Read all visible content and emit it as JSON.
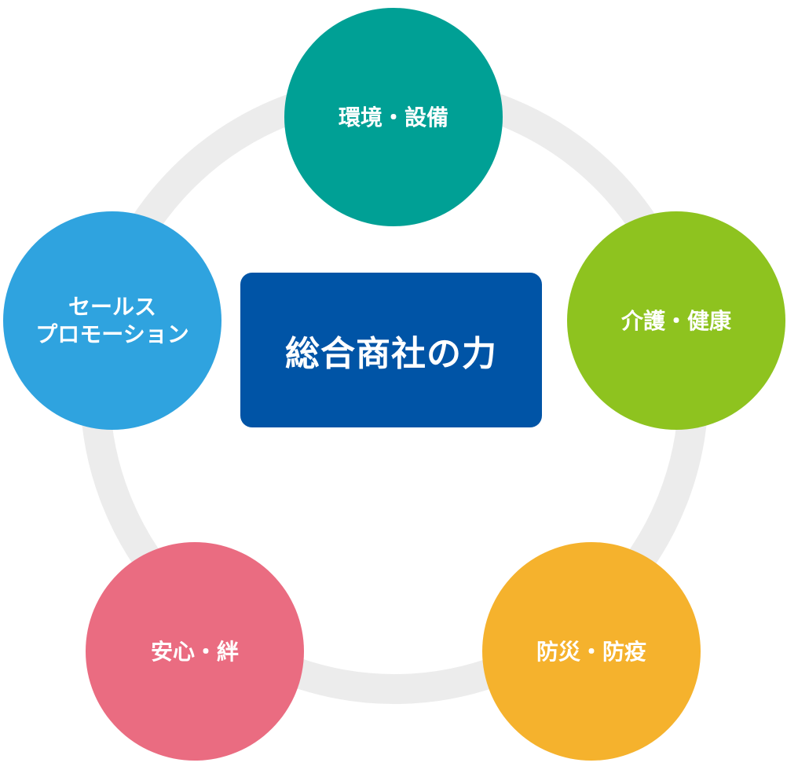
{
  "center": {
    "label": "総合商社の力",
    "color": "#0054a6"
  },
  "ring": {
    "color": "#ececec"
  },
  "nodes": [
    {
      "label": "環境・設備",
      "color": "#00a095",
      "position": "top"
    },
    {
      "label": "介護・健康",
      "color": "#8ec31f",
      "position": "right"
    },
    {
      "label": "防災・防疫",
      "color": "#f5b22d",
      "position": "bottom-right"
    },
    {
      "label": "安心・絆",
      "color": "#ea6c81",
      "position": "bottom-left"
    },
    {
      "label": "セールス\nプロモーション",
      "color": "#2fa3df",
      "position": "left"
    }
  ]
}
